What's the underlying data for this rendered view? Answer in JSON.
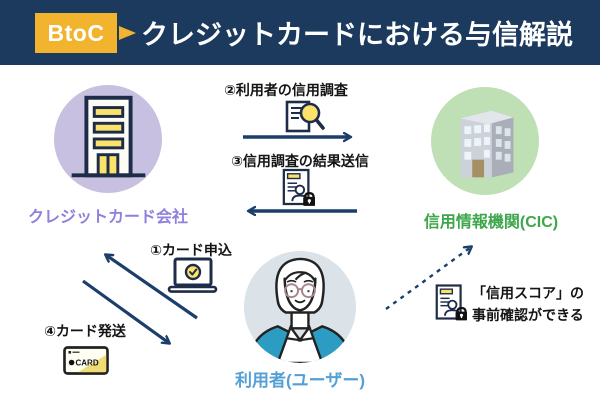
{
  "header": {
    "badge_label": "BtoC",
    "title": "クレジットカードにおける与信解説"
  },
  "entities": {
    "card_company": {
      "label": "クレジットカード会社"
    },
    "credit_bureau": {
      "label": "信用情報機関(CIC)"
    },
    "user": {
      "label": "利用者(ユーザー)"
    }
  },
  "steps": {
    "step1_label": "①カード申込",
    "step2_label": "②利用者の信用調査",
    "step3_label": "③信用調査の結果送信",
    "step4_label": "④カード発送"
  },
  "note": {
    "line1": "「信用スコア」の",
    "line2": "事前確認ができる"
  },
  "card_icon_text": "CARD",
  "icons": {
    "step1": "laptop-check-icon",
    "step2": "document-magnifier-icon",
    "step3": "document-lock-icon",
    "step4": "credit-card-icon",
    "note": "document-lock-icon",
    "card_company": "office-building-icon",
    "credit_bureau": "corporate-building-icon",
    "user": "person-avatar-icon"
  },
  "colors": {
    "header_bg": "#1b3a5e",
    "badge_bg": "#f2b32e",
    "arrow_navy": "#1c3e6b",
    "company_circle": "#c7c0e0",
    "company_label": "#8f80dc",
    "bureau_circle": "#bfdfb4",
    "bureau_label": "#3ea64b",
    "user_circle": "#dbe3e8",
    "user_label": "#54a0d5",
    "accent_yellow": "#fae26b",
    "step_text": "#141414"
  }
}
